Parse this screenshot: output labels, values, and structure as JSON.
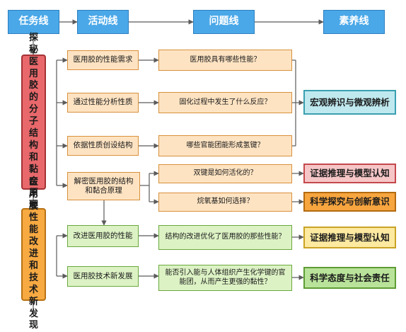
{
  "headers": {
    "task": "任务线",
    "activity": "活动线",
    "question": "问题线",
    "literacy": "素养线"
  },
  "tasks": {
    "t1": "探秘医用胶的分子结构和黏合原理",
    "t2": "医用胶性能改进和技术新发现"
  },
  "activities": {
    "a1": "医用胶的性能需求",
    "a2": "通过性能分析性质",
    "a3": "依据性质创设结构",
    "a4": "解密医用胶的结构和黏合原理",
    "a5": "改进医用胶的性能",
    "a6": "医用胶技术新发展"
  },
  "questions": {
    "q1": "医用胶具有哪些性能？",
    "q2": "固化过程中发生了什么反应？",
    "q3": "哪些官能团能形成氢键？",
    "q4": "双键是如何活化的？",
    "q5": "烷氧基如何选择？",
    "q6": "结构的改进优化了医用胶的那些性能？",
    "q7": "能否引入能与人体组织产生化学键的官能团，从而产生更强的黏性？"
  },
  "literacies": {
    "l1": "宏观辨识与微观辨析",
    "l2": "证据推理与模型认知",
    "l3": "科学探究与创新意识",
    "l4": "证据推理与模型认知",
    "l5": "科学态度与社会责任"
  },
  "colors": {
    "header_blue": "#4aa8e8",
    "task_red": "#e8686b",
    "task_orange": "#f7a942",
    "activity_fill": "#fde3c2",
    "green_fill": "#dcf2c4",
    "line": "#5b5b5b"
  }
}
